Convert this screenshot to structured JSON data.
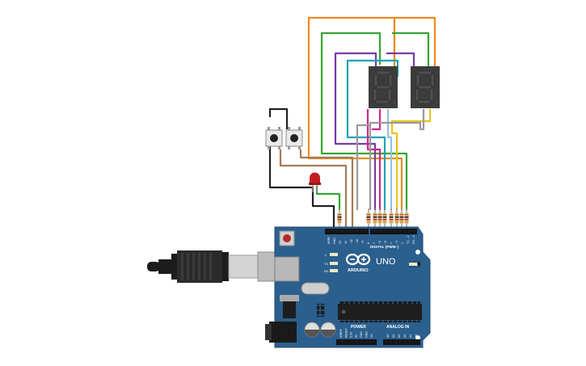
{
  "board": {
    "brand": "ARDUINO",
    "model": "UNO",
    "digital_header": "DIGITAL (PWM~)",
    "power_header": "POWER",
    "analog_header": "ANALOG IN",
    "on_label": "ON",
    "led_labels": [
      "L",
      "TX",
      "RX"
    ],
    "top_pin_labels": [
      "AREF",
      "GND",
      "13",
      "12",
      "~11",
      "~10",
      "~9",
      "8",
      "7",
      "~6",
      "~5",
      "4",
      "~3",
      "2",
      "TX→1",
      "RX←0"
    ],
    "power_pin_labels": [
      "IOREF",
      "RESET",
      "3.3V",
      "5V",
      "GND",
      "GND",
      "Vin"
    ],
    "analog_pin_labels": [
      "A0",
      "A1",
      "A2",
      "A3",
      "A4",
      "A5"
    ]
  },
  "components": {
    "displays": [
      {
        "name": "seven-segment-left",
        "digit": "8."
      },
      {
        "name": "seven-segment-right",
        "digit": "8."
      }
    ],
    "buttons": [
      "push-button-left",
      "push-button-right"
    ],
    "led": "red-led",
    "resistor_count": 9,
    "usb": "usb-cable"
  },
  "colors": {
    "board": "#2b5f8e",
    "wire_orange": "#e88c1f",
    "wire_green": "#35a535",
    "wire_purple": "#7a3aa8",
    "wire_teal": "#1ea3b8",
    "wire_magenta": "#d2268c",
    "wire_yellow": "#e6c21c",
    "wire_gray": "#9a9a9a",
    "wire_brown": "#a87a52",
    "wire_black": "#222222",
    "led_red": "#c21f1f"
  }
}
